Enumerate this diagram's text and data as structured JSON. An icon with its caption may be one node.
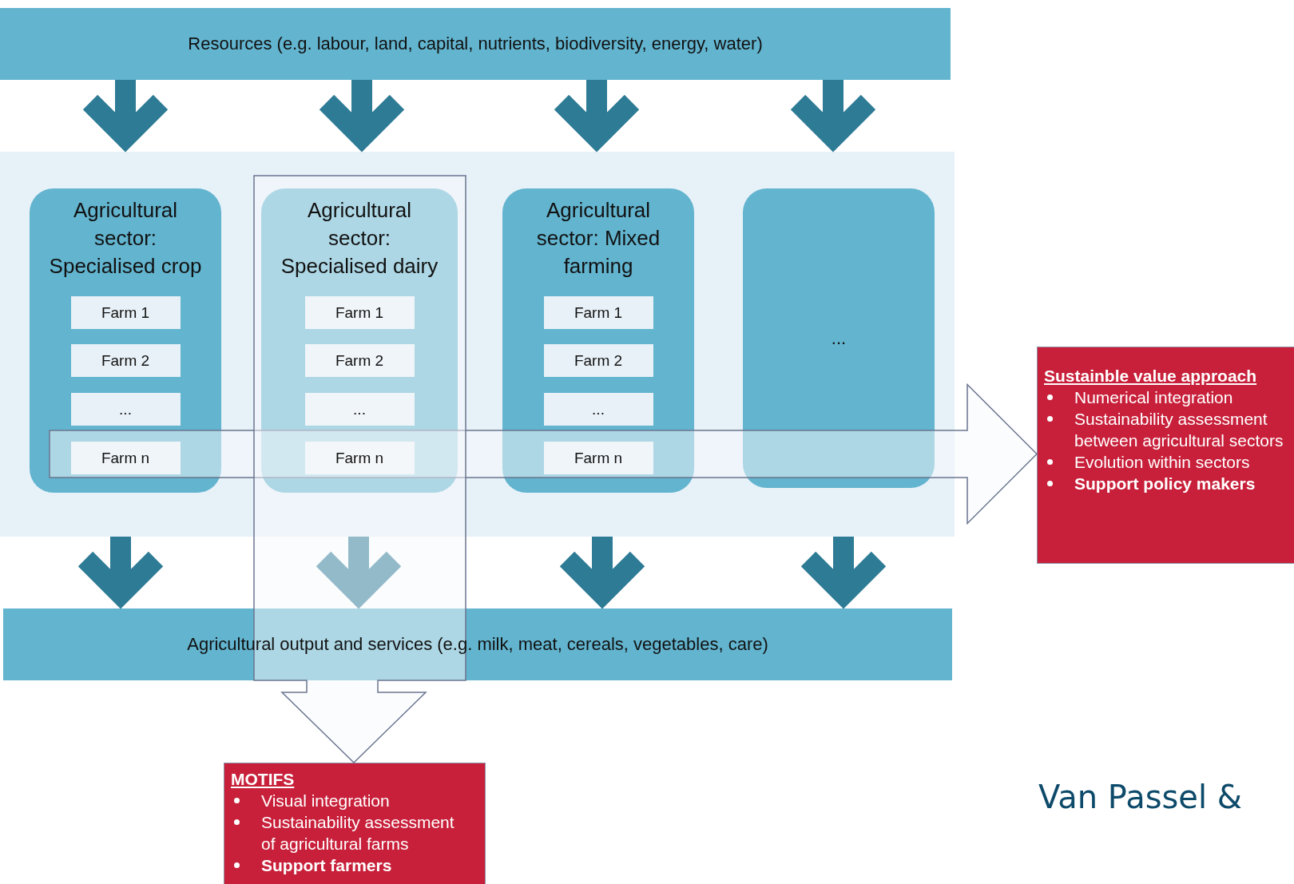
{
  "diagram": {
    "nodes": [
      {
        "text": [
          "Resources (e.g. labour, land, capital, nutrients, biodiversity, energy, water)"
        ]
      },
      {
        "text": [],
        "shape": "box"
      },
      {
        "text": [
          "Agricultural sector: Specialised crop"
        ],
        "in": 1
      },
      {
        "text": [
          "Farm 1"
        ],
        "in": 2
      },
      {
        "text": [
          "Farm 2"
        ],
        "in": 2
      },
      {
        "text": [
          "..."
        ],
        "in": 2
      },
      {
        "text": [
          "Farm n"
        ],
        "in": 2
      },
      {
        "text": [
          "Agricultural sector: Specialised dairy"
        ],
        "in": 1
      },
      {
        "text": [
          "Farm 1"
        ],
        "in": 7
      },
      {
        "text": [
          "Farm 2"
        ],
        "in": 7
      },
      {
        "text": [
          "..."
        ],
        "in": 7
      },
      {
        "text": [
          "Farm n"
        ],
        "in": 7
      },
      {
        "text": [
          "Agricultural sector: Mixed farming"
        ],
        "in": 1
      },
      {
        "text": [
          "Farm 1"
        ],
        "in": 12
      },
      {
        "text": [
          "Farm 2"
        ],
        "in": 12
      },
      {
        "text": [
          "..."
        ],
        "in": 12
      },
      {
        "text": [
          "Farm n"
        ],
        "in": 12
      },
      {
        "text": [
          "..."
        ],
        "in": 1
      },
      {
        "text": [
          "Agricultural output and services (e.g. milk, meat, cereals, vegetables, care)"
        ]
      },
      {
        "text": [
          "Sustainble value approach",
          "Numerical integration",
          "Sustainability assessment between agricultural sectors",
          "Evolution within sectors",
          "**Support policy makers**"
        ]
      },
      {
        "text": [
          "MOTIFS",
          "Visual integration",
          "Sustainability assessment of agricultural farms",
          "**Support farmers**"
        ]
      }
    ],
    "edges": [
      {
        "from": 0,
        "to": 1,
        "arrow": "to"
      },
      {
        "from": 0,
        "to": 1,
        "arrow": "to"
      },
      {
        "from": 0,
        "to": 1,
        "arrow": "to"
      },
      {
        "from": 0,
        "to": 1,
        "arrow": "to"
      },
      {
        "from": 1,
        "to": 18,
        "arrow": "to"
      },
      {
        "from": 1,
        "to": 18,
        "arrow": "to"
      },
      {
        "from": 1,
        "to": 18,
        "arrow": "to"
      },
      {
        "from": 1,
        "to": 18,
        "arrow": "to"
      },
      {
        "from": null,
        "to": 19,
        "arrow": "to"
      },
      {
        "from": null,
        "to": 20,
        "arrow": "to"
      }
    ],
    "labels": [
      "Van Passel &"
    ]
  }
}
